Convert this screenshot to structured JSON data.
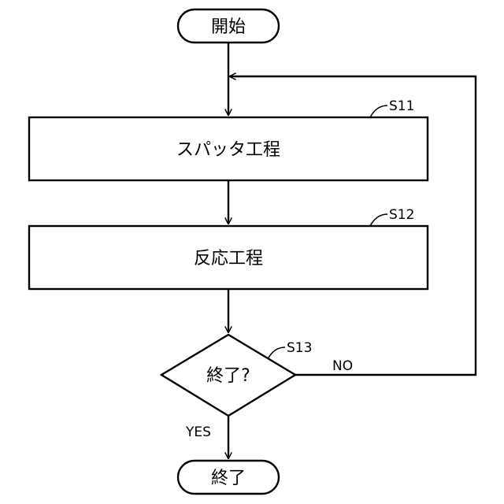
{
  "nodes": {
    "start": {
      "label": "開始"
    },
    "s11": {
      "label": "スパッタ工程",
      "ref": "S11"
    },
    "s12": {
      "label": "反応工程",
      "ref": "S12"
    },
    "s13": {
      "label": "終了?",
      "ref": "S13"
    },
    "end": {
      "label": "終了"
    }
  },
  "edges": {
    "no_label": "NO",
    "yes_label": "YES"
  }
}
